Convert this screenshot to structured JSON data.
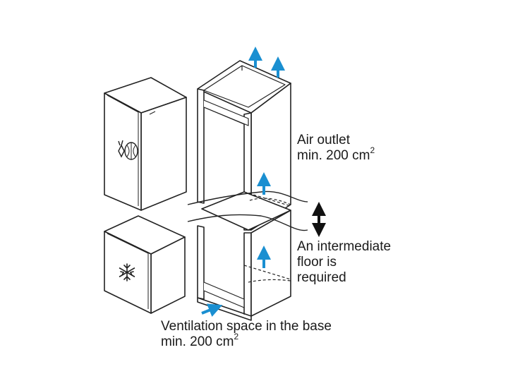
{
  "labels": {
    "air_outlet_line1": "Air outlet",
    "air_outlet_line2": "min. 200 cm",
    "air_outlet_sup": "2",
    "floor_line1": "An intermediate",
    "floor_line2": "floor is",
    "floor_line3": "required",
    "ventilation_line1": "Ventilation space in the base",
    "ventilation_line2": "min. 200 cm",
    "ventilation_sup": "2"
  },
  "colors": {
    "line": "#222222",
    "arrow_blue": "#1a8fd1",
    "arrow_black": "#111111"
  },
  "icons": {
    "fridge": "vegetable-icon",
    "freezer": "snowflake-icon"
  }
}
